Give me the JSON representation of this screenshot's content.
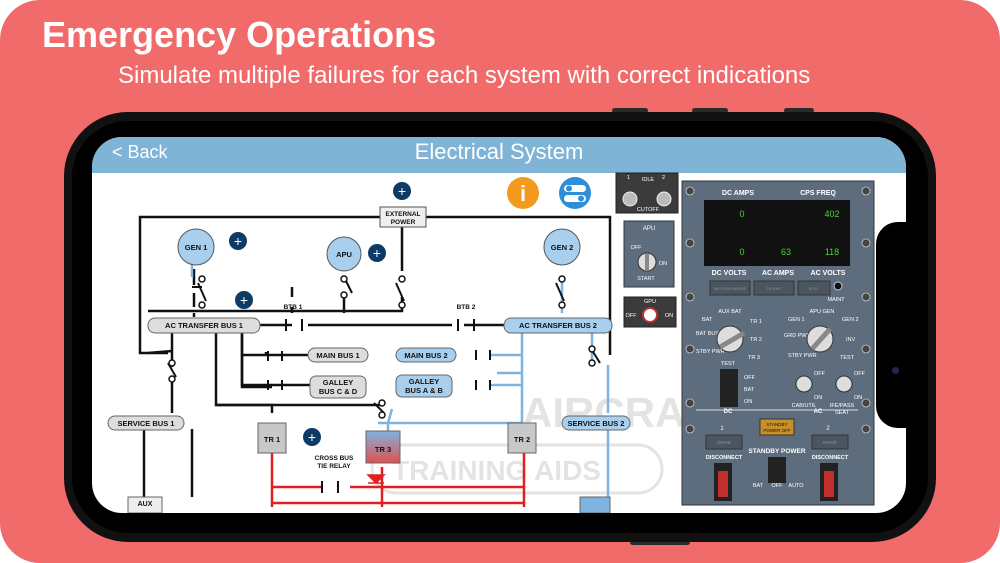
{
  "promo": {
    "title": "Emergency Operations",
    "subtitle": "Simulate multiple failures for each system with correct indications"
  },
  "nav": {
    "back": "< Back",
    "title": "Electrical System"
  },
  "diagram": {
    "external_power": [
      "EXTERNAL",
      "POWER"
    ],
    "gen1": "GEN 1",
    "apu": "APU",
    "gen2": "GEN 2",
    "btb1": "BTB 1",
    "btb2": "BTB 2",
    "ac_transfer_bus_1": "AC TRANSFER BUS 1",
    "ac_transfer_bus_2": "AC TRANSFER BUS 2",
    "main_bus_1": "MAIN BUS 1",
    "main_bus_2": "MAIN BUS 2",
    "galley_cd": [
      "GALLEY",
      "BUS C & D"
    ],
    "galley_ab": [
      "GALLEY",
      "BUS A & B"
    ],
    "service_bus_1": "SERVICE BUS 1",
    "service_bus_2": "SERVICE BUS 2",
    "tr1": "TR 1",
    "tr2": "TR 2",
    "tr3": "TR 3",
    "cross_bus_tie": [
      "CROSS BUS",
      "TIE RELAY"
    ],
    "aux": "AUX",
    "watermark": [
      "AIRCRAFT",
      "TRAINING AIDS"
    ]
  },
  "engine_panel": {
    "idle": "IDLE",
    "cutoff": "CUTOFF",
    "eng1": "1",
    "eng2": "2"
  },
  "apu_switch": {
    "label": "APU",
    "off": "OFF",
    "on": "ON",
    "start": "START"
  },
  "gpu_switch": {
    "label": "GPU",
    "off": "OFF",
    "on": "ON"
  },
  "elec_panel": {
    "dc_amps": "DC AMPS",
    "cps_freq": "CPS FREQ",
    "dc_amps_val": "0",
    "cps_freq_val": "402",
    "dc_volts_val": "0",
    "ac_amps_val": "63",
    "ac_volts_val": "118",
    "dc_volts": "DC VOLTS",
    "ac_amps": "AC AMPS",
    "ac_volts": "AC VOLTS",
    "bat_discharge": "BAT DISCHARGE",
    "tr_unit": "TR UNIT",
    "elec": "ELEC",
    "maint": "MAINT",
    "dc_meter": [
      "AUX BAT",
      "BAT",
      "TR 2",
      "BAT BUS",
      "STBY PWR",
      "TR 1",
      "TR 3",
      "TEST"
    ],
    "ac_meter": [
      "APU GEN",
      "GEN 1",
      "GEN 2",
      "GRD PWR",
      "INV",
      "STBY PWR",
      "TEST"
    ],
    "bat_off": "OFF",
    "bat_bat": "BAT",
    "bat_on": "ON",
    "cab_util": "CAB/UTIL",
    "ife_pass_seat": [
      "IFE/PASS",
      "SEAT"
    ],
    "sw_off": "OFF",
    "sw_on": "ON",
    "dc": "DC",
    "ac": "AC",
    "standby_power_off": [
      "STANDBY",
      "POWER OFF"
    ],
    "gen_1": "1",
    "gen_2": "2",
    "drive": "DRIVE",
    "disconnect": "DISCONNECT",
    "standby_power": "STANDBY POWER",
    "stby_bat": "BAT",
    "stby_off": "OFF",
    "stby_auto": "AUTO"
  },
  "colors": {
    "background": "#f26b6b",
    "navbar": "#7fb4d6",
    "panel": "#5d6d7e",
    "info": "#f39a1e",
    "toggle": "#2f8fd8",
    "powered": "#7fb4e0",
    "unpowered": "#e02020"
  }
}
